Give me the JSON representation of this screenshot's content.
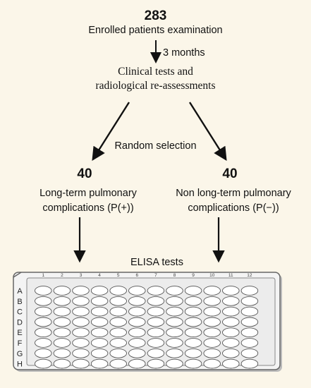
{
  "top": {
    "count": "283",
    "label": "Enrolled patients examination"
  },
  "interval": "3 months",
  "clinical": {
    "line1": "Clinical tests and",
    "line2": "radiological re-assessments"
  },
  "selection": "Random selection",
  "left": {
    "count": "40",
    "line1": "Long-term pulmonary",
    "line2": "complications (P(+))"
  },
  "right": {
    "count": "40",
    "line1": "Non long-term pulmonary",
    "line2": "complications (P(−))"
  },
  "elisa": "ELISA tests",
  "plate": {
    "columns": [
      "1",
      "2",
      "3",
      "4",
      "5",
      "6",
      "7",
      "8",
      "9",
      "10",
      "11",
      "12"
    ],
    "rows": [
      "A",
      "B",
      "C",
      "D",
      "E",
      "F",
      "G",
      "H"
    ]
  }
}
